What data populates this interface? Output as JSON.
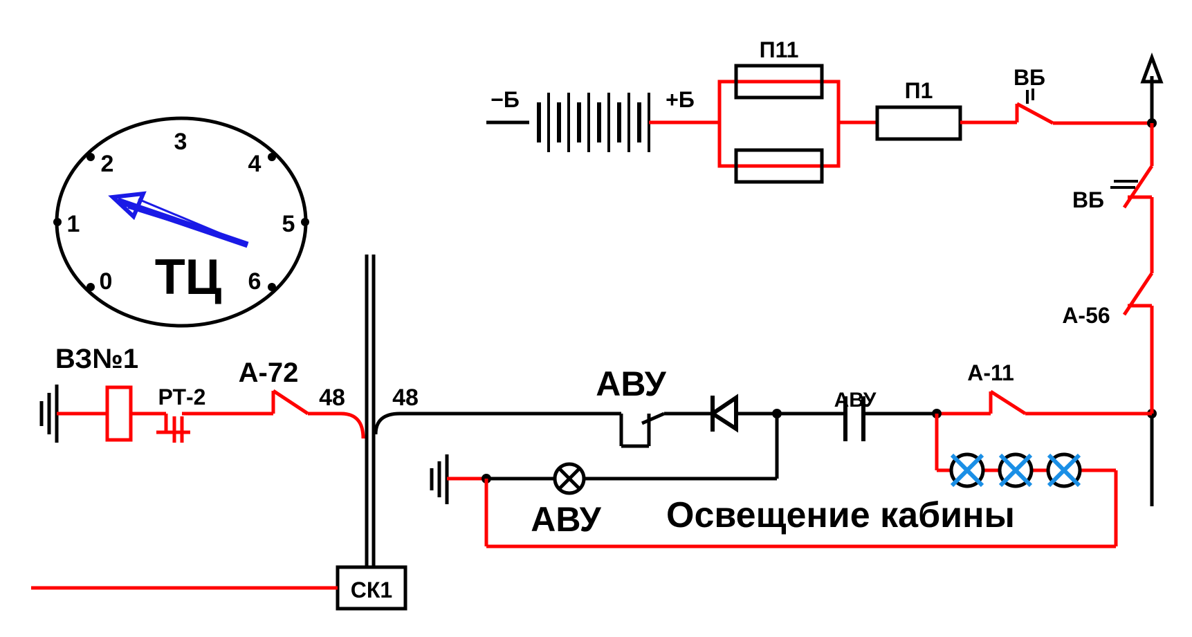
{
  "colors": {
    "active": "#ff0000",
    "inactive": "#000000",
    "gauge_needle": "#1a1ae6",
    "lamp_cross": "#1a8fe6",
    "background": "#ffffff"
  },
  "gauge": {
    "name": "ТЦ",
    "scale": [
      "0",
      "1",
      "2",
      "3",
      "4",
      "5",
      "6"
    ],
    "needle_value": 2
  },
  "battery": {
    "minus_label": "−Б",
    "plus_label": "+Б"
  },
  "fuses": {
    "parallel_label": "П11",
    "series_label": "П1"
  },
  "switches": {
    "vb_top": "ВБ",
    "vb_right": "ВБ",
    "a56": "А-56",
    "a11": "А-11",
    "a72": "А-72",
    "avu_contact_top": "АВУ",
    "avu_contact_mid": "АВУ"
  },
  "left_circuit": {
    "group_label": "ВЗ№1",
    "relay_label": "РТ-2"
  },
  "wires": {
    "left_number": "48",
    "right_number": "48"
  },
  "lamp_label": "АВУ",
  "cab_lighting_label": "Освещение кабины",
  "connector_label": "СК1"
}
